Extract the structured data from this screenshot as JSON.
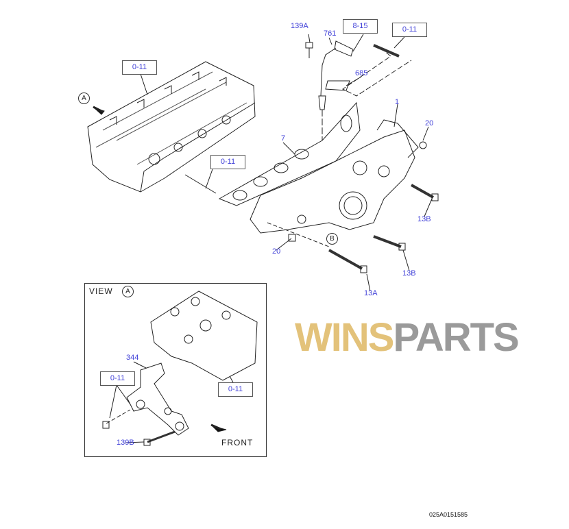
{
  "callouts": {
    "c139A": "139A",
    "c761": "761",
    "c685": "685",
    "c1": "1",
    "c20a": "20",
    "c7": "7",
    "c13B_a": "13B",
    "c20b": "20",
    "c13B_b": "13B",
    "c13A": "13A",
    "c344": "344",
    "c139B": "139B"
  },
  "ref_boxes": {
    "top_left": "0-11",
    "mid_left": "0-11",
    "top_815": "8-15",
    "top_right": "0-11",
    "view_left": "0-11",
    "view_right": "0-11"
  },
  "view_markers": {
    "A_main": "A",
    "B_main": "B",
    "A_view": "A"
  },
  "view": {
    "title": "VIEW",
    "front": "FRONT"
  },
  "watermark": {
    "part1": "WINS",
    "part2": "PARTS"
  },
  "drawing_code": "025A0151585"
}
